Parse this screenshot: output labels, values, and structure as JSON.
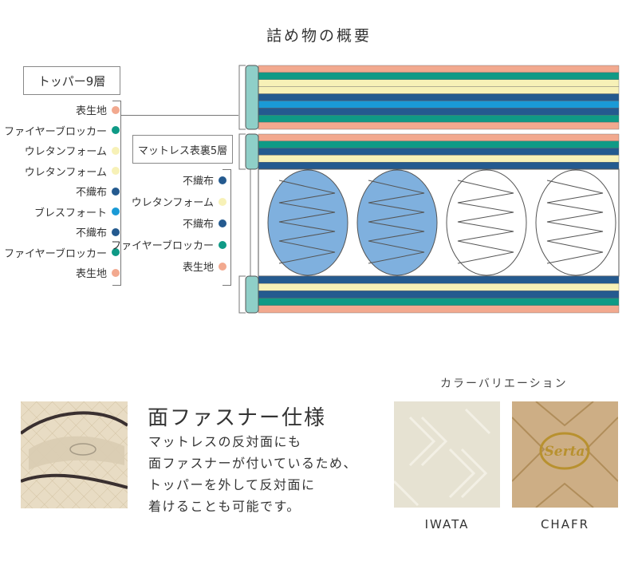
{
  "title": "詰め物の概要",
  "topper": {
    "label": "トッパー9層",
    "layers": [
      {
        "name": "表生地",
        "color": "#f2a98f"
      },
      {
        "name": "ファイヤーブロッカー",
        "color": "#0f9a86"
      },
      {
        "name": "ウレタンフォーム",
        "color": "#f7f1b7"
      },
      {
        "name": "ウレタンフォーム",
        "color": "#f7f1b7"
      },
      {
        "name": "不織布",
        "color": "#245a8f"
      },
      {
        "name": "ブレスフォート",
        "color": "#1a9ad6"
      },
      {
        "name": "不織布",
        "color": "#245a8f"
      },
      {
        "name": "ファイヤーブロッカー",
        "color": "#0f9a86"
      },
      {
        "name": "表生地",
        "color": "#f2a98f"
      }
    ]
  },
  "mattress": {
    "label": "マットレス表裏5層",
    "layers": [
      {
        "name": "不織布",
        "color": "#245a8f"
      },
      {
        "name": "ウレタンフォーム",
        "color": "#f7f1b7"
      },
      {
        "name": "不織布",
        "color": "#245a8f"
      },
      {
        "name": "ファイヤーブロッカー",
        "color": "#0f9a86"
      },
      {
        "name": "表生地",
        "color": "#f2a98f"
      }
    ]
  },
  "zipper": {
    "heading": "面ファスナー仕様",
    "lines": [
      "マットレスの反対面にも",
      "面ファスナーが付いているため、",
      "トッパーを外して反対面に",
      "着けることも可能です。"
    ]
  },
  "variation": {
    "heading": "カラーバリエーション",
    "swatches": [
      {
        "name": "IWATA",
        "color": "#e6e2d2"
      },
      {
        "name": "CHAFR",
        "color": "#cdae85",
        "logo": "Serta"
      }
    ]
  },
  "colors": {
    "side_teal": "#8fcfc8",
    "spring_blue": "#7fb0de"
  }
}
